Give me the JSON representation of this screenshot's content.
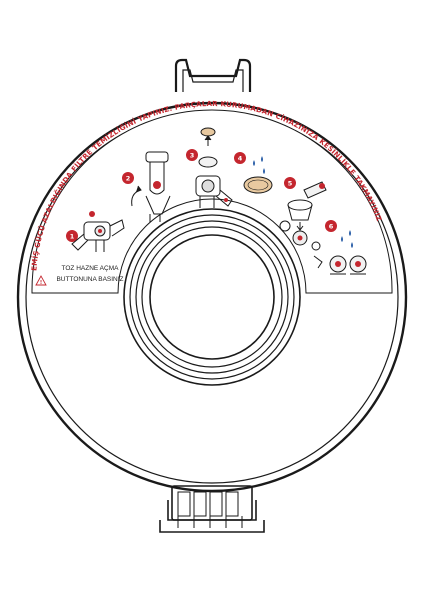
{
  "label": {
    "instruction": "EMİŞ GÜCÜ AZALDIĞINDA FİLTRE TEMİZLİĞİNİ YAPINIZ. PARÇALAR KURUMADAN CİHAZINIZA KESİNLİKLE TAKMAYINIZ",
    "caption_line1": "TOZ HAZNE AÇMA",
    "caption_line2": "BUTTONUNA BASINIZ",
    "warning_glyph": "!",
    "steps": [
      "1",
      "2",
      "3",
      "4",
      "5",
      "6"
    ]
  },
  "colors": {
    "accent": "#c4262e",
    "water": "#2a5fa8",
    "outline": "#1a1a1a",
    "filter": "#e8c9a0"
  }
}
